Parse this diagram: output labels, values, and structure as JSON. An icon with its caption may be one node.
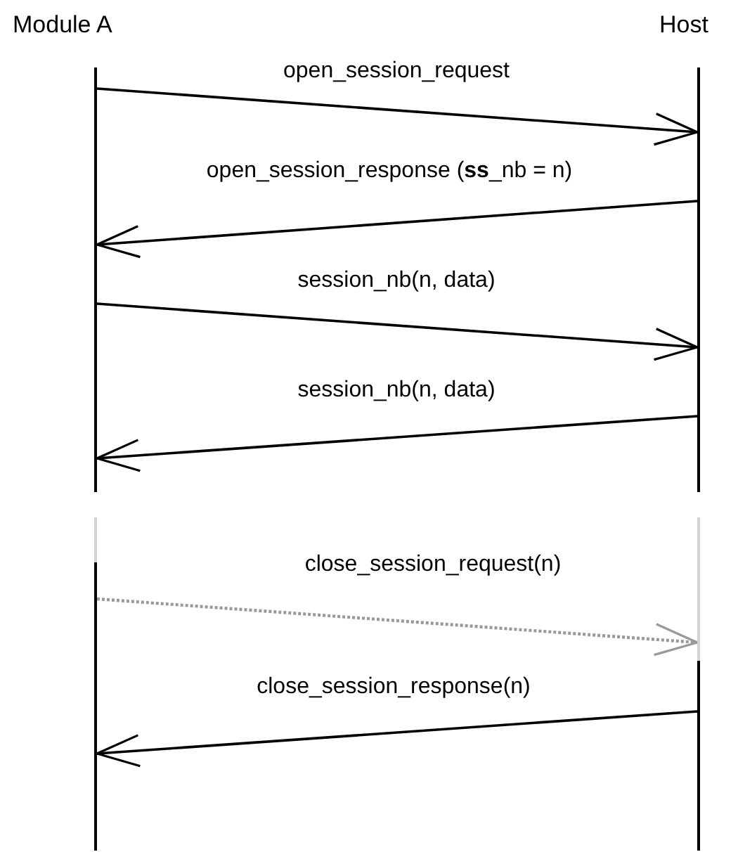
{
  "diagram": {
    "nodes": [
      {
        "text": [
          "Module A"
        ]
      },
      {
        "text": [
          "Host"
        ]
      }
    ],
    "edges": [
      {
        "from": 0,
        "to": 1,
        "arrow": "to",
        "label": "open_session_request"
      },
      {
        "from": 1,
        "to": 0,
        "arrow": "to",
        "label": "open_session_response (**ss**_nb = n)"
      },
      {
        "from": 0,
        "to": 1,
        "arrow": "to",
        "label": "session_nb(n, data)"
      },
      {
        "from": 1,
        "to": 0,
        "arrow": "to",
        "label": "session_nb(n, data)"
      },
      {
        "from": 0,
        "to": 1,
        "arrow": "to",
        "label": "close_session_request(n)",
        "style": "dashed",
        "color": "#999999"
      },
      {
        "from": 1,
        "to": 0,
        "arrow": "to",
        "label": "close_session_response(n)"
      }
    ]
  }
}
